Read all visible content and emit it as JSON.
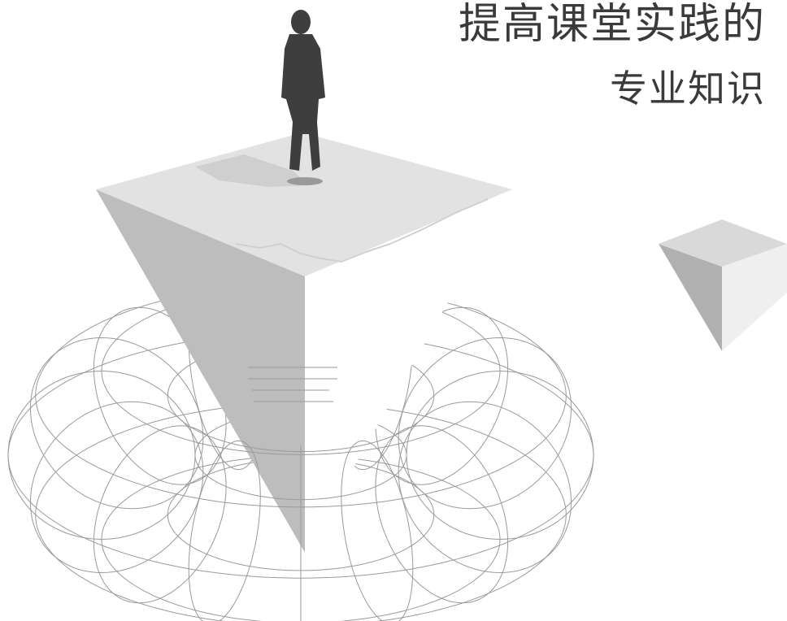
{
  "heading": {
    "line1": "提高课堂实践的",
    "line2": "专业知识"
  },
  "colors": {
    "background": "#ffffff",
    "text": "#3a3a3a",
    "block_top": "#e1e1e1",
    "block_side_light": "#c4c4c4",
    "block_side_dark": "#a9a9a9",
    "wireframe": "#9a9a9a",
    "figure": "#3e3e3e"
  },
  "illustration": {
    "elements": [
      "standing-person-figure",
      "large-inverted-pyramid-block",
      "small-inverted-pyramid-block",
      "wireframe-torus"
    ]
  }
}
